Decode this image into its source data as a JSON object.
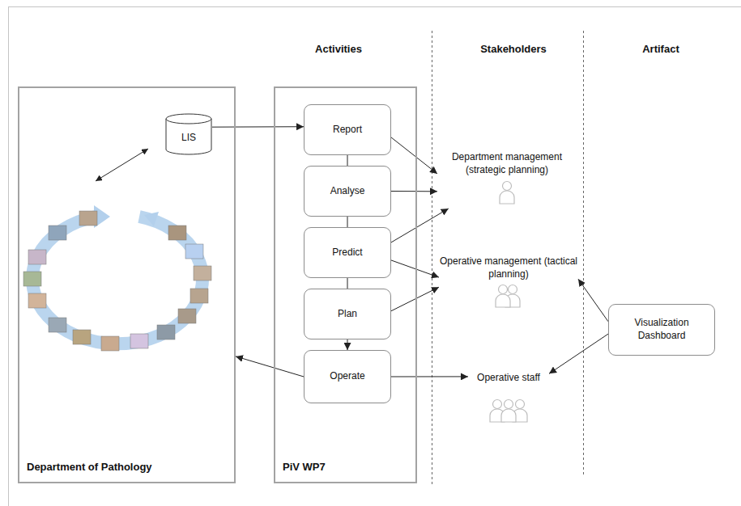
{
  "diagram": {
    "nodes": [
      {
        "text": [
          "Department of Pathology"
        ]
      },
      {
        "text": [
          "LIS"
        ],
        "in": 0
      },
      {
        "text": [
          "PiV WP7"
        ]
      },
      {
        "text": [
          "Report"
        ],
        "in": 2
      },
      {
        "text": [
          "Analyse"
        ],
        "in": 2
      },
      {
        "text": [
          "Predict"
        ],
        "in": 2
      },
      {
        "text": [
          "Plan"
        ],
        "in": 2
      },
      {
        "text": [
          "Operate"
        ],
        "in": 2
      },
      {
        "text": [
          "Department management (strategic planning)"
        ]
      },
      {
        "text": [
          "Operative management (tactical planning)"
        ]
      },
      {
        "text": [
          "Operative staff"
        ]
      },
      {
        "text": [
          "Visualization Dashboard"
        ]
      }
    ],
    "edges": [
      {
        "from": 1,
        "to": 3,
        "arrow": "to"
      },
      {
        "from": 3,
        "to": 4,
        "arrow": "none"
      },
      {
        "from": 4,
        "to": 5,
        "arrow": "none"
      },
      {
        "from": 5,
        "to": 6,
        "arrow": "none"
      },
      {
        "from": 6,
        "to": 7,
        "arrow": "to"
      },
      {
        "from": 7,
        "to": 0,
        "arrow": "to"
      },
      {
        "from": 3,
        "to": 8,
        "arrow": "to"
      },
      {
        "from": 4,
        "to": 8,
        "arrow": "to"
      },
      {
        "from": 5,
        "to": 8,
        "arrow": "to"
      },
      {
        "from": 5,
        "to": 9,
        "arrow": "to"
      },
      {
        "from": 6,
        "to": 9,
        "arrow": "to"
      },
      {
        "from": 7,
        "to": 10,
        "arrow": "to"
      },
      {
        "from": 11,
        "to": 9,
        "arrow": "to"
      },
      {
        "from": 11,
        "to": 10,
        "arrow": "to"
      }
    ],
    "labels": [
      "Activities",
      "Stakeholders",
      "Artifact"
    ]
  }
}
